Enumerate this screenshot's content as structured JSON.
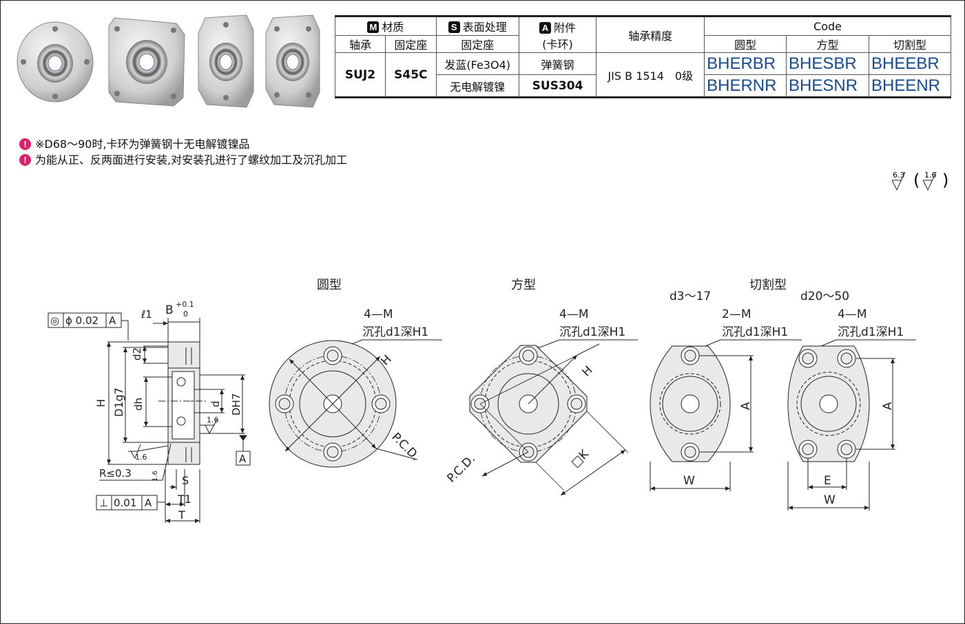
{
  "table": {
    "material_label": "材质",
    "surface_label": "表面处理",
    "accessory_label": "附件",
    "accessory_sub": "(卡环)",
    "precision_label": "轴承精度",
    "code_label": "Code",
    "bearing_label": "轴承",
    "seat_label": "固定座",
    "surface_seat_label": "固定座",
    "round_label": "圆型",
    "square_label": "方型",
    "cut_label": "切割型",
    "bearing_material": "SUJ2",
    "seat_material": "S45C",
    "surface_1": "发蓝(Fe3O4)",
    "surface_2": "无电解镀镍",
    "accessory_1": "弹簧钢",
    "accessory_2": "SUS304",
    "precision_value": "JIS B 1514　0级",
    "codes_row1": [
      "BHERBR",
      "BHESBR",
      "BHEEBR"
    ],
    "codes_row2": [
      "BHERNR",
      "BHESNR",
      "BHEENR"
    ],
    "badges": {
      "m": "M",
      "s": "S",
      "a": "A"
    }
  },
  "notes": [
    "※D68～90时,卡环为弹簧钢十无电解镀镍品",
    "为能从正、反两面进行安装,对安装孔进行了螺纹加工及沉孔加工"
  ],
  "roughness": {
    "main": "6.3",
    "paren": "1.6"
  },
  "drawing": {
    "side": {
      "concentric": "◎",
      "concentric_value": "ϕ 0.02",
      "datum": "A",
      "perp": "⊥",
      "perp_value": "0.01",
      "l1": "ℓ1",
      "B": "B",
      "B_tol_up": "+0.1",
      "B_tol_dn": "0",
      "d2": "d2",
      "H": "H",
      "D": "D1g7",
      "dh": "dh",
      "d": "d",
      "DH7": "DH7",
      "rough": "1.6",
      "R": "R≤0.3",
      "S": "S",
      "T1": "T1",
      "T": "T"
    },
    "round": {
      "title": "圆型",
      "holes": "4—M",
      "cbore": "沉孔d1深H1",
      "H": "H",
      "pcd": "P.C.D."
    },
    "square": {
      "title": "方型",
      "holes": "4—M",
      "cbore": "沉孔d1深H1",
      "H": "H",
      "pcd": "P.C.D.",
      "K": "□K"
    },
    "cut": {
      "title": "切割型",
      "small_range": "d3～17",
      "large_range": "d20～50",
      "small_holes": "2—M",
      "large_holes": "4—M",
      "cbore": "沉孔d1深H1",
      "A": "A",
      "W": "W",
      "E": "E"
    }
  },
  "colors": {
    "code_blue": "#1a4a8a",
    "warn": "#d6246e",
    "part_fill": "#e9e9e9"
  }
}
